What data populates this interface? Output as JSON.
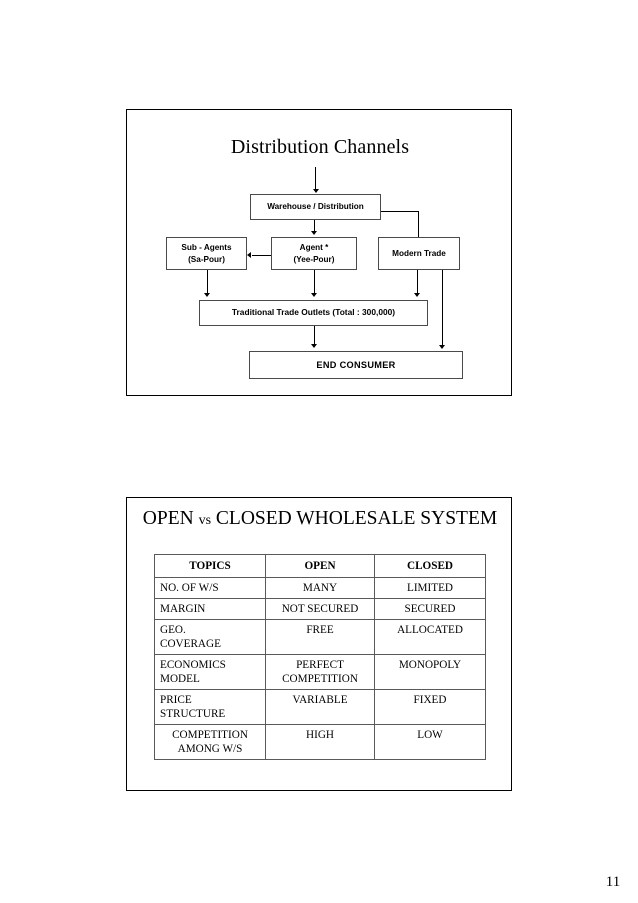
{
  "page": {
    "number": "11"
  },
  "flowchart_slide": {
    "title": "Distribution Channels",
    "nodes": {
      "warehouse": "Warehouse / Distribution",
      "sub_agents": "Sub - Agents\n(Sa-Pour)",
      "agent": "Agent *\n(Yee-Pour)",
      "modern_trade": "Modern Trade",
      "traditional_outlets": "Traditional Trade Outlets (Total : 300,000)",
      "end_consumer": "END CONSUMER"
    },
    "connections": [
      {
        "from": "source",
        "to": "warehouse"
      },
      {
        "from": "warehouse",
        "to": "agent"
      },
      {
        "from": "warehouse",
        "to": "modern_trade"
      },
      {
        "from": "agent",
        "to": "sub_agents"
      },
      {
        "from": "sub_agents",
        "to": "traditional_outlets"
      },
      {
        "from": "agent",
        "to": "traditional_outlets"
      },
      {
        "from": "modern_trade",
        "to": "traditional_outlets"
      },
      {
        "from": "modern_trade",
        "to": "end_consumer"
      },
      {
        "from": "traditional_outlets",
        "to": "end_consumer"
      }
    ]
  },
  "table_slide": {
    "title_part1": "OPEN ",
    "title_vs": "vs",
    "title_part2": " CLOSED WHOLESALE SYSTEM",
    "headers": [
      "TOPICS",
      "OPEN",
      "CLOSED"
    ],
    "rows": [
      {
        "topic": "NO. OF W/S",
        "open": "MANY",
        "closed": "LIMITED",
        "topic_centered": false
      },
      {
        "topic": "MARGIN",
        "open": "NOT SECURED",
        "closed": "SECURED",
        "topic_centered": false
      },
      {
        "topic": "GEO.\nCOVERAGE",
        "open": "FREE",
        "closed": "ALLOCATED",
        "topic_centered": false
      },
      {
        "topic": "ECONOMICS\nMODEL",
        "open": "PERFECT\nCOMPETITION",
        "closed": "MONOPOLY",
        "topic_centered": false
      },
      {
        "topic": "PRICE\nSTRUCTURE",
        "open": "VARIABLE",
        "closed": "FIXED",
        "topic_centered": false
      },
      {
        "topic": "COMPETITION\nAMONG W/S",
        "open": "HIGH",
        "closed": "LOW",
        "topic_centered": true
      }
    ]
  },
  "colors": {
    "ink": "#000000",
    "border": "#4a4a4a",
    "background": "#ffffff"
  }
}
